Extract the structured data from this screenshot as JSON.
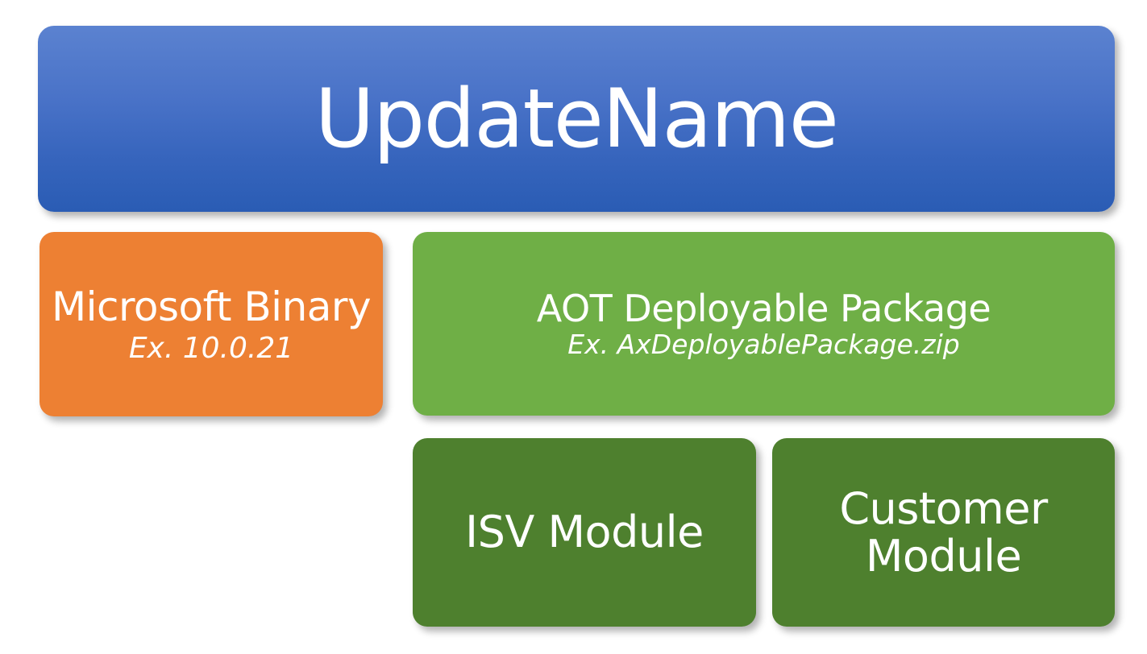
{
  "diagram": {
    "type": "hierarchy-block-diagram",
    "background_color": "#FFFFFF",
    "nodes": [
      {
        "id": "header",
        "title": "UpdateName",
        "subtitle": "",
        "fill_top": "#5B82D0",
        "fill_bottom": "#2A5CB4",
        "text_color": "#FFFFFF"
      },
      {
        "id": "ms-binary",
        "title": "Microsoft Binary",
        "subtitle": "Ex. 10.0.21",
        "fill": "#ED8033",
        "text_color": "#FFFFFF"
      },
      {
        "id": "aot-package",
        "title": "AOT Deployable Package",
        "subtitle": "Ex. AxDeployablePackage.zip",
        "fill": "#6FAF46",
        "text_color": "#FFFFFF"
      },
      {
        "id": "isv-module",
        "title": "ISV Module",
        "subtitle": "",
        "fill": "#4E802E",
        "text_color": "#FFFFFF"
      },
      {
        "id": "customer-module",
        "title": "Customer Module",
        "subtitle": "",
        "fill": "#4E802E",
        "text_color": "#FFFFFF"
      }
    ]
  }
}
